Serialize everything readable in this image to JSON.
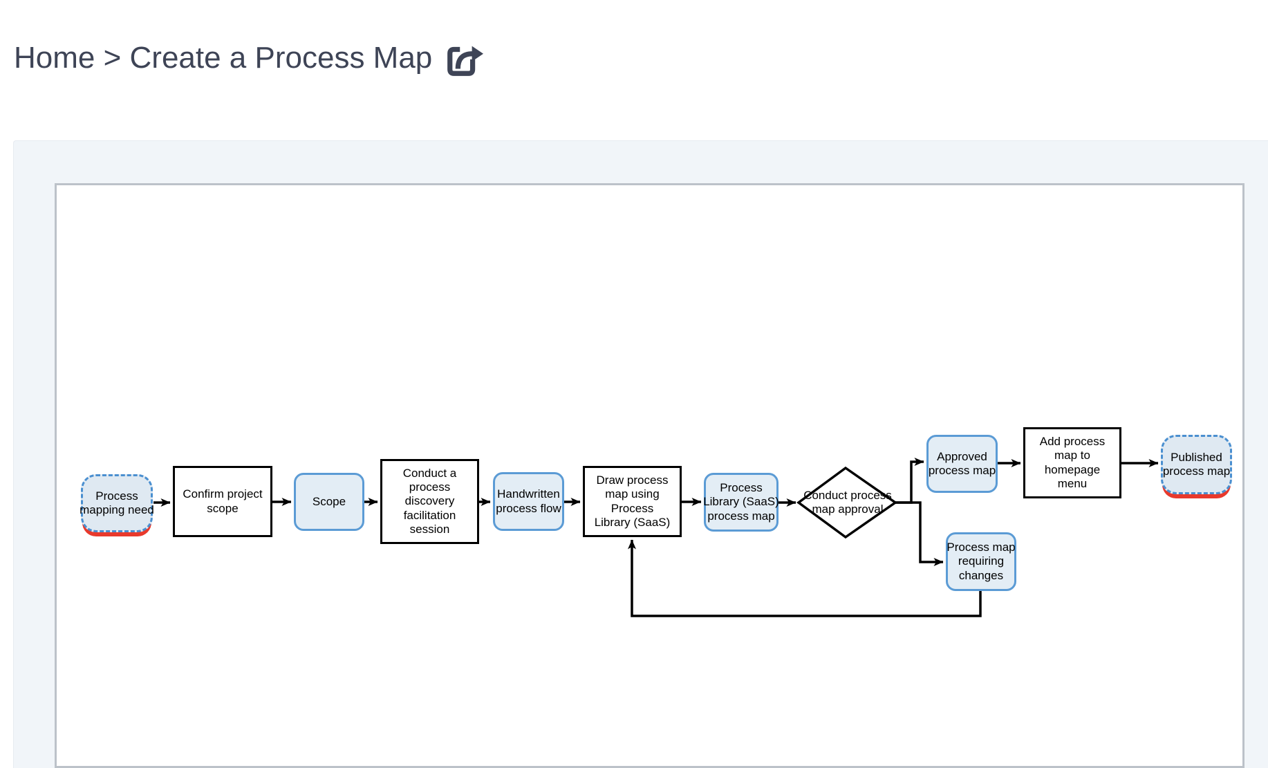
{
  "header": {
    "breadcrumb": "Home > Create a Process Map",
    "share_icon": "share-export-icon"
  },
  "colors": {
    "title_text": "#3e4456",
    "panel_background": "#f1f5f9",
    "canvas_border": "#bcc2c9",
    "process_border": "#000000",
    "artifact_fill": "#e3edf5",
    "artifact_border": "#5b9bd5",
    "terminator_fill": "#dfe9f2",
    "terminator_border": "#4a8fd0",
    "terminator_accent_red": "#e8392c",
    "connector": "#000000"
  },
  "flowchart": {
    "nodes": [
      {
        "id": "start",
        "type": "terminator",
        "label": "Process mapping need",
        "lines": [
          "Process",
          "mapping need"
        ]
      },
      {
        "id": "confirm-scope",
        "type": "process",
        "label": "Confirm project scope",
        "lines": [
          "Confirm project",
          "scope"
        ]
      },
      {
        "id": "scope",
        "type": "artifact",
        "label": "Scope",
        "lines": [
          "Scope"
        ]
      },
      {
        "id": "discovery-session",
        "type": "process",
        "label": "Conduct a process discovery facilitation session",
        "lines": [
          "Conduct a",
          "process",
          "discovery",
          "facilitation",
          "session"
        ]
      },
      {
        "id": "handwritten-flow",
        "type": "artifact",
        "label": "Handwritten process flow",
        "lines": [
          "Handwritten",
          "process flow"
        ]
      },
      {
        "id": "draw-map",
        "type": "process",
        "label": "Draw process map using Process Library (SaaS)",
        "lines": [
          "Draw process",
          "map using",
          "Process",
          "Library (SaaS)"
        ]
      },
      {
        "id": "library-map",
        "type": "artifact",
        "label": "Process Library (SaaS) process map",
        "lines": [
          "Process",
          "Library (SaaS)",
          "process map"
        ]
      },
      {
        "id": "approval-decision",
        "type": "decision",
        "label": "Conduct process map approval",
        "lines": [
          "Conduct process",
          "map approval"
        ]
      },
      {
        "id": "approved-map",
        "type": "artifact",
        "label": "Approved process map",
        "lines": [
          "Approved",
          "process map"
        ]
      },
      {
        "id": "add-homepage",
        "type": "process",
        "label": "Add process map to homepage menu",
        "lines": [
          "Add process",
          "map to",
          "homepage",
          "menu"
        ]
      },
      {
        "id": "published-map",
        "type": "terminator",
        "label": "Published process map",
        "lines": [
          "Published",
          "process map"
        ]
      },
      {
        "id": "requiring-changes",
        "type": "artifact",
        "label": "Process map requiring changes",
        "lines": [
          "Process map",
          "requiring",
          "changes"
        ]
      }
    ],
    "edges": [
      {
        "from": "start",
        "to": "confirm-scope"
      },
      {
        "from": "confirm-scope",
        "to": "scope"
      },
      {
        "from": "scope",
        "to": "discovery-session"
      },
      {
        "from": "discovery-session",
        "to": "handwritten-flow"
      },
      {
        "from": "handwritten-flow",
        "to": "draw-map"
      },
      {
        "from": "draw-map",
        "to": "library-map"
      },
      {
        "from": "library-map",
        "to": "approval-decision"
      },
      {
        "from": "approval-decision",
        "to": "approved-map"
      },
      {
        "from": "approval-decision",
        "to": "requiring-changes"
      },
      {
        "from": "approved-map",
        "to": "add-homepage"
      },
      {
        "from": "add-homepage",
        "to": "published-map"
      },
      {
        "from": "requiring-changes",
        "to": "draw-map"
      }
    ]
  }
}
